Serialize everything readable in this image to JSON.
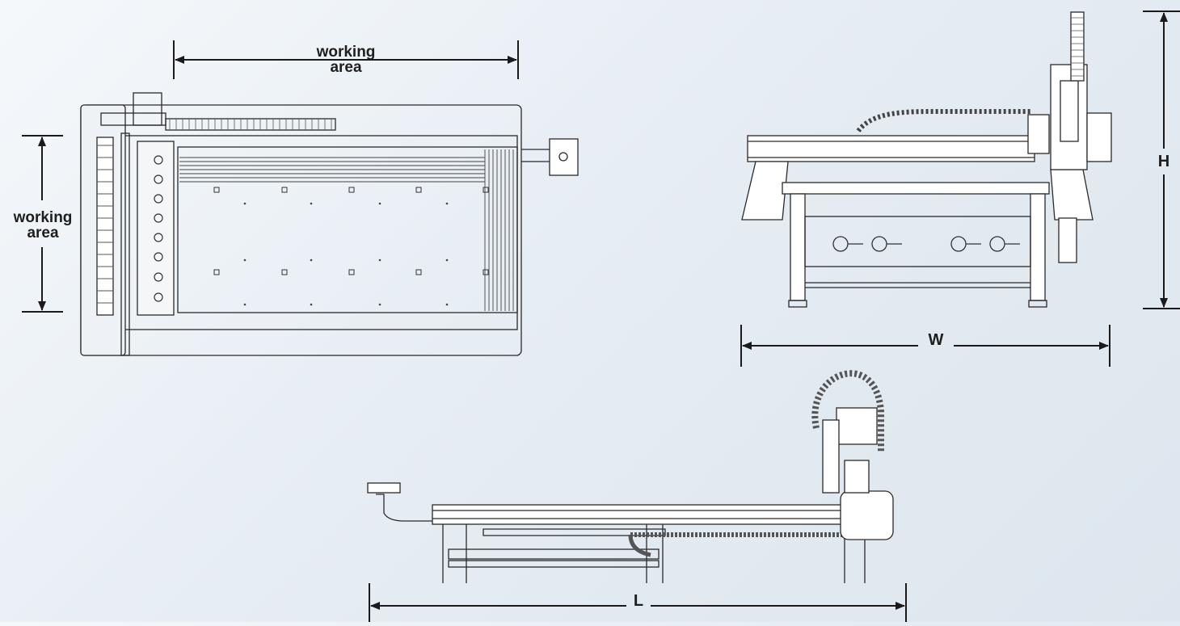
{
  "colors": {
    "line": "#2a2a2a",
    "detail": "#6a6a6a",
    "background": "#e8eef4"
  },
  "top_view": {
    "horizontal_label": "working\narea",
    "vertical_label": "working\narea"
  },
  "front_view": {
    "width_label": "W",
    "height_label": "H"
  },
  "side_view": {
    "length_label": "L"
  }
}
